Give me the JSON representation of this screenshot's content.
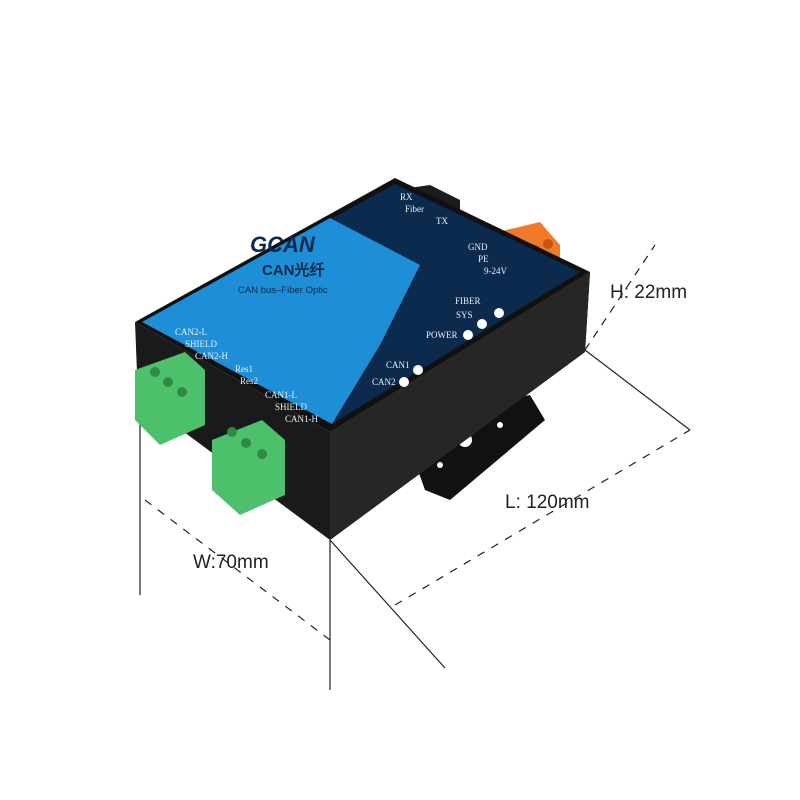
{
  "dimensions": {
    "height": "H: 22mm",
    "length": "L: 120mm",
    "width": "W:70mm"
  },
  "device": {
    "brand": "GCAN",
    "product": "CAN光纤",
    "subtitle": "CAN bus–Fiber Optic",
    "fiber_labels": {
      "rx": "RX",
      "tx": "TX",
      "fiber": "Fiber"
    },
    "power_labels": [
      "GND",
      "PE",
      "9-24V"
    ],
    "leds": [
      "FIBER",
      "SYS",
      "POWER",
      "CAN1",
      "CAN2"
    ],
    "can2_pins": [
      "CAN2-L",
      "SHIELD",
      "CAN2-H"
    ],
    "resistors": [
      "Res1",
      "Res2"
    ],
    "can1_pins": [
      "CAN1-L",
      "SHIELD",
      "CAN1-H"
    ],
    "colors": {
      "blue": "#1e8fd6",
      "navy": "#0b2a4e",
      "body": "#1a1a1a",
      "terminal_green": "#4cc06a",
      "terminal_orange": "#f07a2a"
    }
  }
}
